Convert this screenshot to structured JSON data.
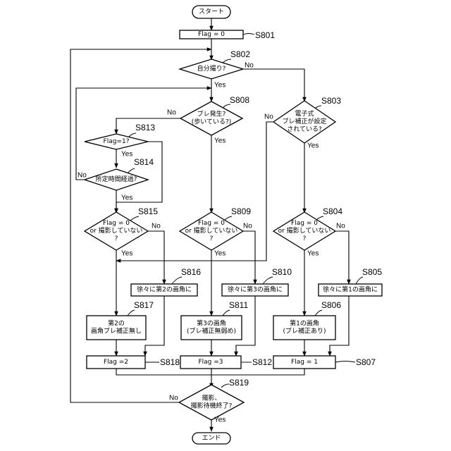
{
  "flowchart": {
    "start": "スタート",
    "end": "エンド",
    "yes": "Yes",
    "no": "No",
    "steps": {
      "s801": {
        "ref": "S801",
        "text": [
          "Flag = 0"
        ]
      },
      "s802": {
        "ref": "S802",
        "text": [
          "自分撮り?"
        ]
      },
      "s803": {
        "ref": "S803",
        "text": [
          "電子式",
          "ブレ補正が設定",
          "されている?"
        ]
      },
      "s804": {
        "ref": "S804",
        "text": [
          "Flag = 0",
          "or 撮影していない",
          "?"
        ]
      },
      "s805": {
        "ref": "S805",
        "text": [
          "徐々に第1の画角に"
        ]
      },
      "s806": {
        "ref": "S806",
        "text": [
          "第1の画角",
          "(ブレ補正あり)"
        ]
      },
      "s807": {
        "ref": "S807",
        "text": [
          "Flag = 1"
        ]
      },
      "s808": {
        "ref": "S808",
        "text": [
          "ブレ発生?",
          "(歩いている?)"
        ]
      },
      "s809": {
        "ref": "S809",
        "text": [
          "Flag = 0",
          "or 撮影していない",
          "?"
        ]
      },
      "s810": {
        "ref": "S810",
        "text": [
          "徐々に第3の画角に"
        ]
      },
      "s811": {
        "ref": "S811",
        "text": [
          "第3の画角",
          "(ブレ補正無弱め)"
        ]
      },
      "s812": {
        "ref": "S812",
        "text": [
          "Flag =3"
        ]
      },
      "s813": {
        "ref": "S813",
        "text": [
          "Flag=1?"
        ]
      },
      "s814": {
        "ref": "S814",
        "text": [
          "所定時間経過?"
        ]
      },
      "s815": {
        "ref": "S815",
        "text": [
          "Flag = 0",
          "or 撮影していない",
          "?"
        ]
      },
      "s816": {
        "ref": "S816",
        "text": [
          "徐々に第2の画角に"
        ]
      },
      "s817": {
        "ref": "S817",
        "text": [
          "第2の",
          "画角ブレ補正無し"
        ]
      },
      "s818": {
        "ref": "S818",
        "text": [
          "Flag =2"
        ]
      },
      "s819": {
        "ref": "S819",
        "text": [
          "撮影、",
          "撮影待機終了?"
        ]
      }
    }
  }
}
